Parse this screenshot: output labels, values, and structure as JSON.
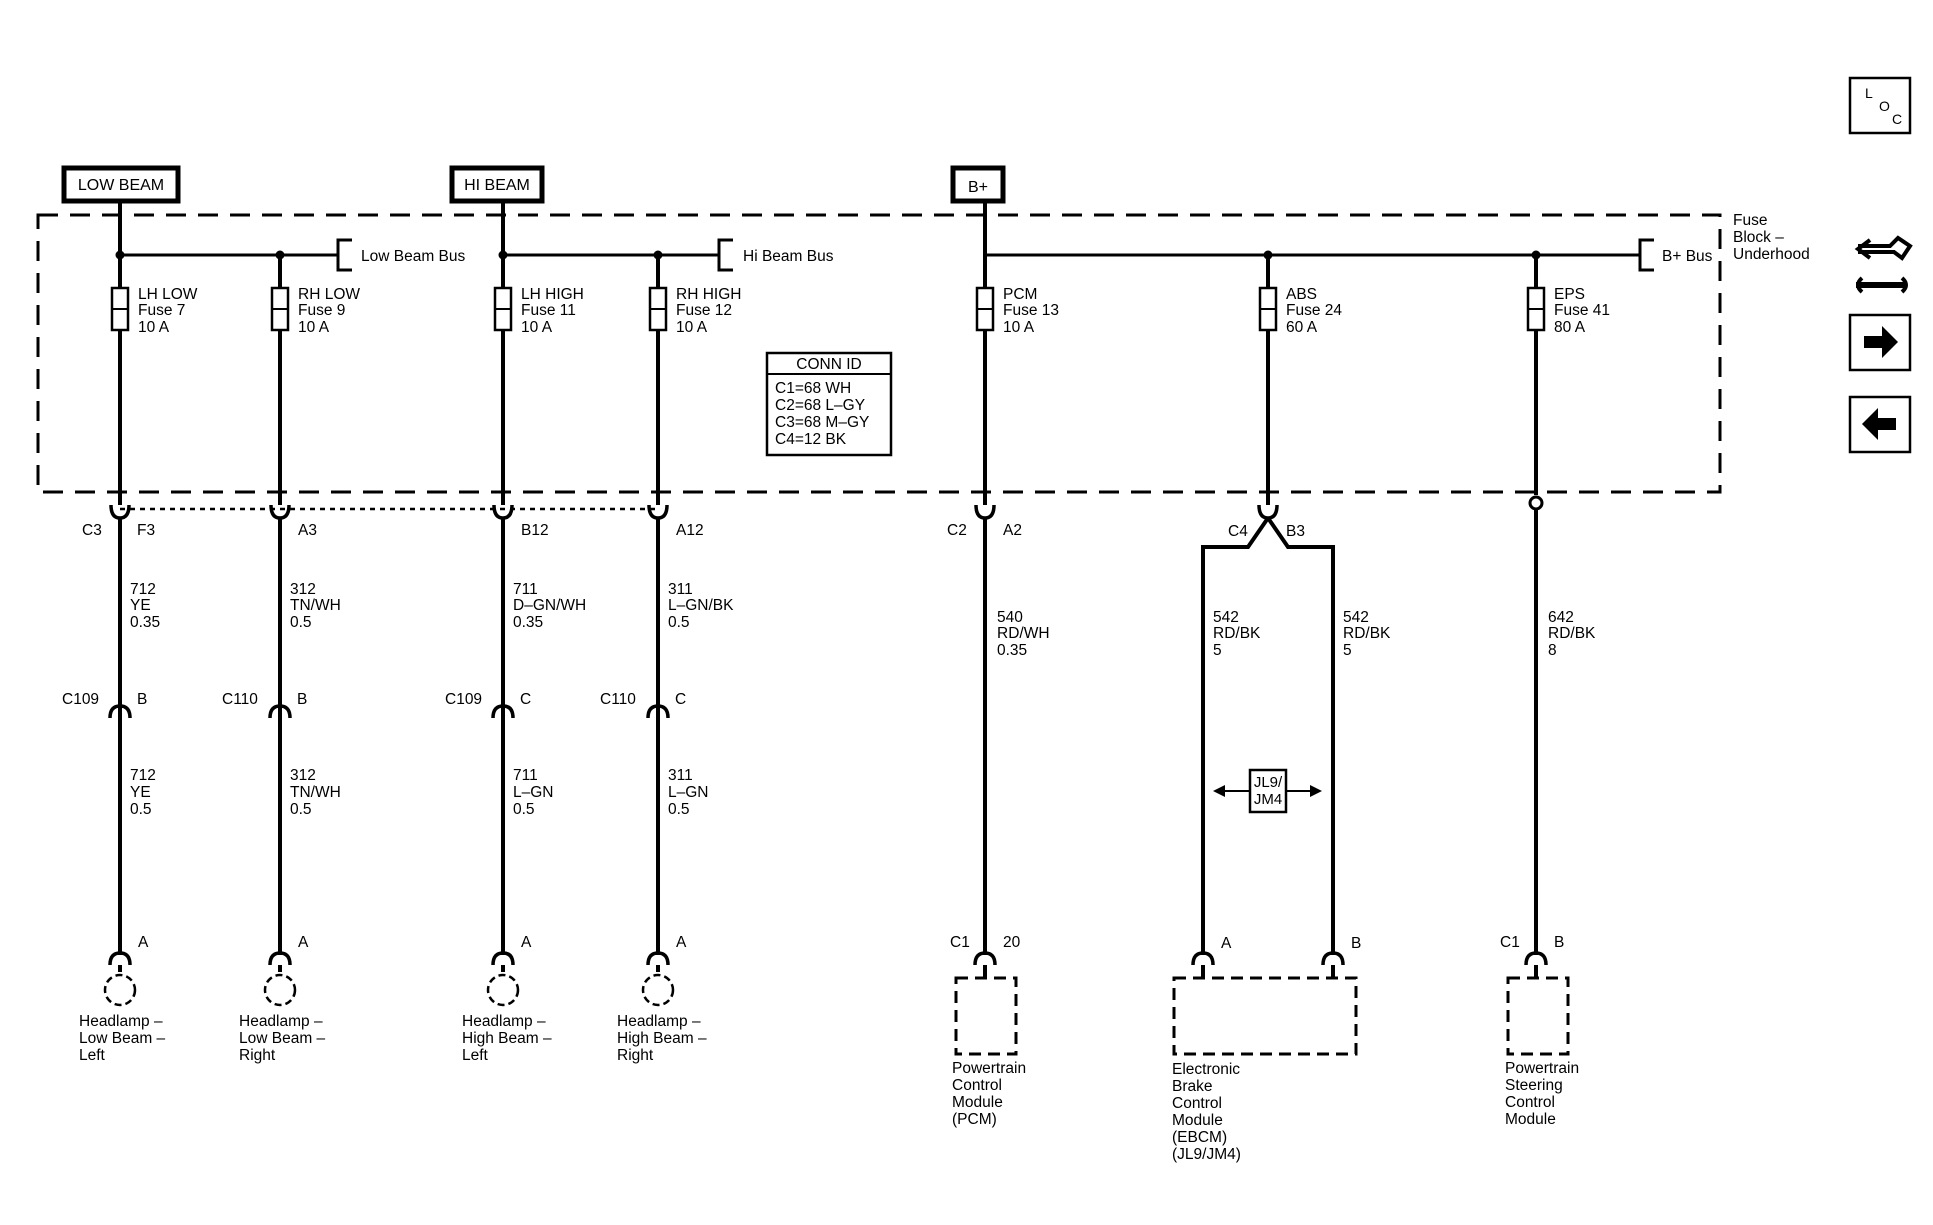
{
  "headers": {
    "low_beam": "LOW BEAM",
    "hi_beam": "HI BEAM",
    "b_plus": "B+"
  },
  "fuse_block": {
    "label_line1": "Fuse",
    "label_line2": "Block –",
    "label_line3": "Underhood"
  },
  "buses": {
    "low_beam_bus": "Low Beam Bus",
    "hi_beam_bus": "Hi Beam Bus",
    "b_plus_bus": "B+ Bus"
  },
  "conn_id": {
    "title": "CONN ID",
    "rows": [
      "C1=68 WH",
      "C2=68 L–GY",
      "C3=68 M–GY",
      "C4=12 BK"
    ]
  },
  "fuses": [
    {
      "name": "LH LOW",
      "fuse": "Fuse 7",
      "amps": "10 A"
    },
    {
      "name": "RH LOW",
      "fuse": "Fuse 9",
      "amps": "10 A"
    },
    {
      "name": "LH HIGH",
      "fuse": "Fuse 11",
      "amps": "10 A"
    },
    {
      "name": "RH HIGH",
      "fuse": "Fuse 12",
      "amps": "10 A"
    },
    {
      "name": "PCM",
      "fuse": "Fuse 13",
      "amps": "10 A"
    },
    {
      "name": "ABS",
      "fuse": "Fuse 24",
      "amps": "60 A"
    },
    {
      "name": "EPS",
      "fuse": "Fuse 41",
      "amps": "80 A"
    }
  ],
  "fuse_block_connectors": [
    {
      "conn": "C3",
      "pin": "F3"
    },
    {
      "conn": "",
      "pin": "A3"
    },
    {
      "conn": "",
      "pin": "B12"
    },
    {
      "conn": "",
      "pin": "A12"
    },
    {
      "conn": "C2",
      "pin": "A2"
    },
    {
      "conn": "C4",
      "pin": "B3"
    }
  ],
  "upper_wires": [
    {
      "circuit": "712",
      "color": "YE",
      "size": "0.35"
    },
    {
      "circuit": "312",
      "color": "TN/WH",
      "size": "0.5"
    },
    {
      "circuit": "711",
      "color": "D–GN/WH",
      "size": "0.35"
    },
    {
      "circuit": "311",
      "color": "L–GN/BK",
      "size": "0.5"
    },
    {
      "circuit": "540",
      "color": "RD/WH",
      "size": "0.35"
    },
    {
      "circuit": "542",
      "color": "RD/BK",
      "size": "5"
    },
    {
      "circuit": "542",
      "color": "RD/BK",
      "size": "5"
    },
    {
      "circuit": "642",
      "color": "RD/BK",
      "size": "8"
    }
  ],
  "inline_connectors": [
    {
      "conn": "C109",
      "pin": "B"
    },
    {
      "conn": "C110",
      "pin": "B"
    },
    {
      "conn": "C109",
      "pin": "C"
    },
    {
      "conn": "C110",
      "pin": "C"
    }
  ],
  "lower_wires": [
    {
      "circuit": "712",
      "color": "YE",
      "size": "0.5"
    },
    {
      "circuit": "312",
      "color": "TN/WH",
      "size": "0.5"
    },
    {
      "circuit": "711",
      "color": "L–GN",
      "size": "0.5"
    },
    {
      "circuit": "311",
      "color": "L–GN",
      "size": "0.5"
    }
  ],
  "option_box": {
    "line1": "JL9/",
    "line2": "JM4"
  },
  "component_pins": [
    {
      "conn": "",
      "pin": "A"
    },
    {
      "conn": "",
      "pin": "A"
    },
    {
      "conn": "",
      "pin": "A"
    },
    {
      "conn": "",
      "pin": "A"
    },
    {
      "conn": "C1",
      "pin": "20"
    },
    {
      "conn": "",
      "pin": "A"
    },
    {
      "conn": "",
      "pin": "B"
    },
    {
      "conn": "C1",
      "pin": "B"
    }
  ],
  "components": [
    {
      "lines": [
        "Headlamp –",
        "Low Beam –",
        "Left"
      ]
    },
    {
      "lines": [
        "Headlamp –",
        "Low Beam –",
        "Right"
      ]
    },
    {
      "lines": [
        "Headlamp –",
        "High Beam –",
        "Left"
      ]
    },
    {
      "lines": [
        "Headlamp –",
        "High Beam –",
        "Right"
      ]
    },
    {
      "lines": [
        "Powertrain",
        "Control",
        "Module",
        "(PCM)"
      ]
    },
    {
      "lines": [
        "Electronic",
        "Brake",
        "Control",
        "Module",
        "(EBCM)",
        "(JL9/JM4)"
      ]
    },
    {
      "lines": [
        "Powertrain",
        "Steering",
        "Control",
        "Module"
      ]
    }
  ],
  "side_buttons": {
    "loc": {
      "l": "L",
      "o": "O",
      "c": "C"
    },
    "icons": [
      "connector-view-icon",
      "arrow-right-icon",
      "arrow-left-icon"
    ]
  }
}
